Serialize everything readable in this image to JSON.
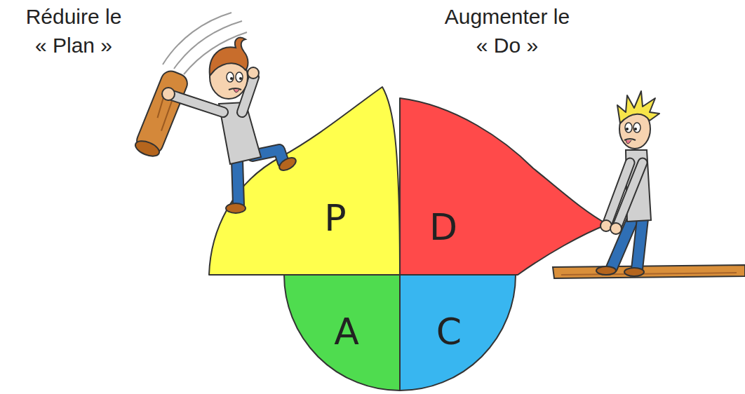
{
  "diagram": {
    "nodes": [
      {
        "text": [
          "P"
        ]
      },
      {
        "text": [
          "D"
        ]
      },
      {
        "text": [
          "A"
        ]
      },
      {
        "text": [
          "C"
        ]
      }
    ],
    "labels": [
      "Réduire le « Plan »",
      "Augmenter le « Do »"
    ]
  }
}
